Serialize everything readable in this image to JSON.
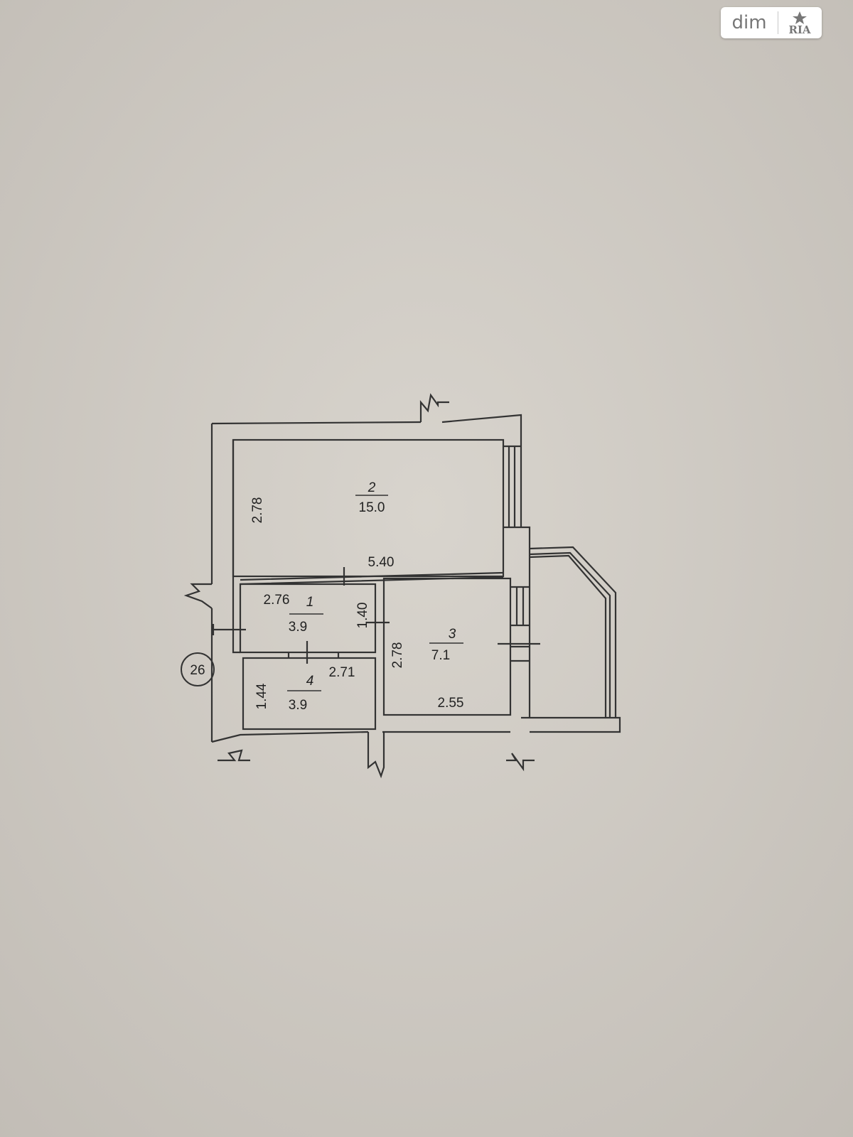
{
  "watermark": {
    "brand_left": "dim",
    "brand_right": "RIA"
  },
  "plan": {
    "apartment_number": "26",
    "rooms": [
      {
        "number": "1",
        "area": "3.9"
      },
      {
        "number": "2",
        "area": "15.0"
      },
      {
        "number": "3",
        "area": "7.1"
      },
      {
        "number": "4",
        "area": "3.9"
      }
    ],
    "dimensions": {
      "room2_height": "2.78",
      "room2_width": "5.40",
      "room1_width": "2.76",
      "room1_height": "1.40",
      "room3_height": "2.78",
      "room3_width": "2.55",
      "room4_width": "2.71",
      "room4_height": "1.44"
    }
  }
}
